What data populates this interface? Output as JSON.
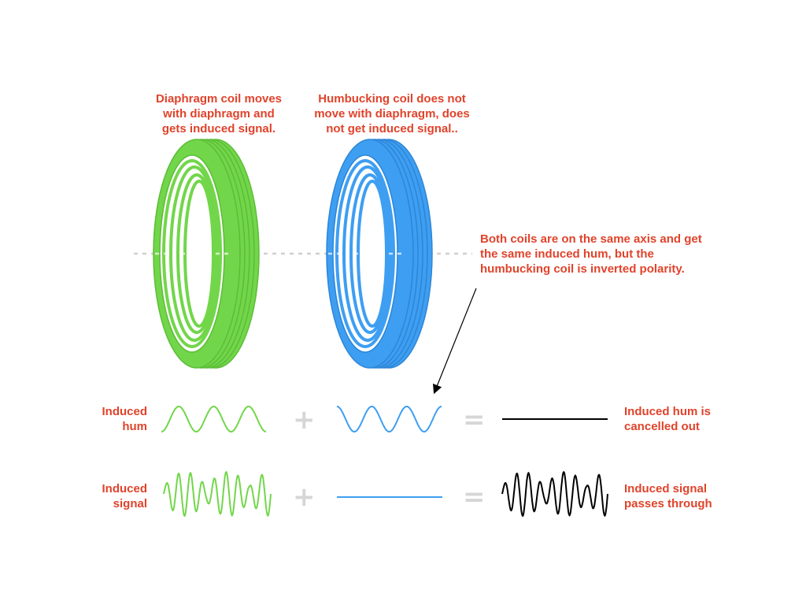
{
  "labels": {
    "diaphragm_coil": "Diaphragm coil moves\nwith diaphragm and\ngets induced signal.",
    "humbucking_coil": "Humbucking coil does not\nmove with diaphragm, does\nnot get induced signal..",
    "axis_note": "Both coils are on the same axis and get\nthe same induced hum, but the\nhumbucking coil is inverted polarity.",
    "induced_hum": "Induced\nhum",
    "induced_signal": "Induced\nsignal",
    "hum_result": "Induced hum is\ncancelled out",
    "signal_result": "Induced signal\npasses through"
  },
  "operators": {
    "plus": "+",
    "equals": "="
  },
  "colors": {
    "label_red": "#e0432b",
    "diaphragm_coil": "#72d64a",
    "humbucking_coil": "#3e9ef2",
    "result_wave": "#000000",
    "axis_line": "#cfcfcf",
    "operator": "#d6d6d6"
  }
}
